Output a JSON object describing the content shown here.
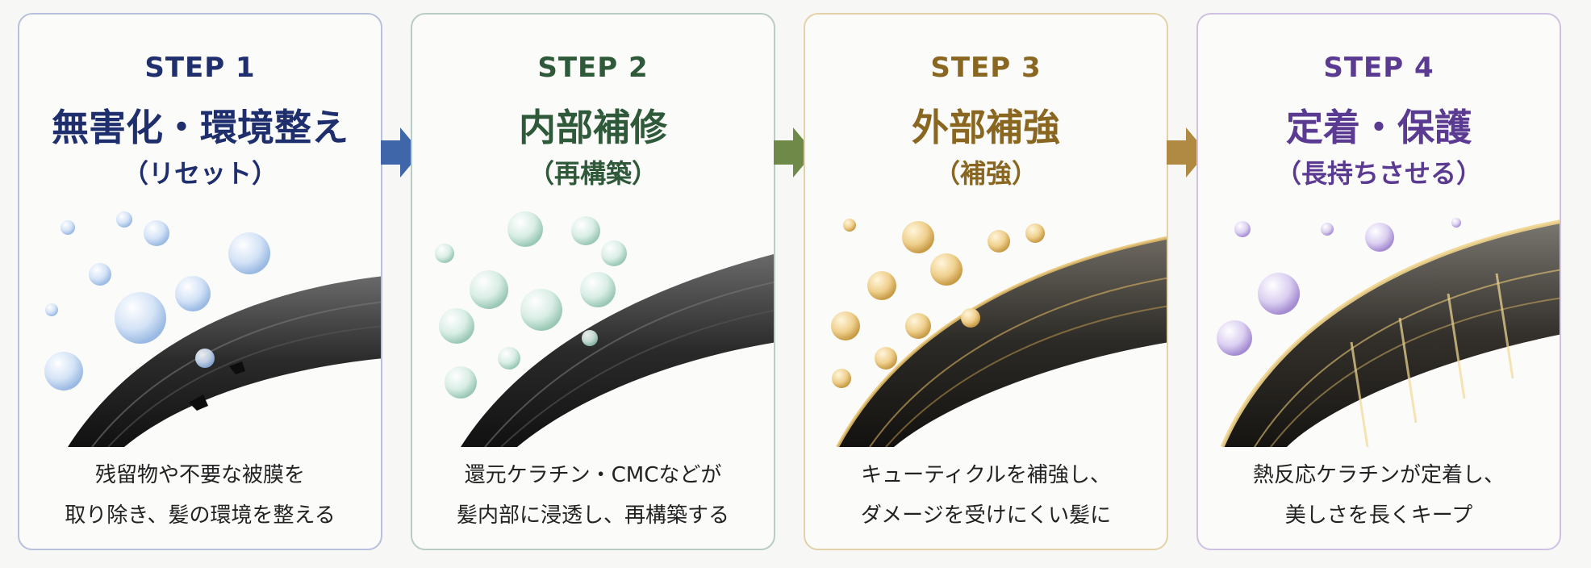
{
  "steps": [
    {
      "step": "STEP 1",
      "title": "無害化・環境整え",
      "subtitle": "（リセット）",
      "desc_line1": "残留物や不要な被膜を",
      "desc_line2": "取り除き、髪の環境を整える",
      "color": "#1f2f6e",
      "bubble_color": "#a9c6ec",
      "illustration": "hair-strand-with-water-bubbles"
    },
    {
      "step": "STEP 2",
      "title": "内部補修",
      "subtitle": "（再構築）",
      "desc_line1": "還元ケラチン・CMCなどが",
      "desc_line2": "髪内部に浸透し、再構築する",
      "color": "#2f5a3a",
      "bubble_color": "#a8d4c4",
      "illustration": "hair-strand-with-green-bubbles"
    },
    {
      "step": "STEP 3",
      "title": "外部補強",
      "subtitle": "（補強）",
      "desc_line1": "キューティクルを補強し、",
      "desc_line2": "ダメージを受けにくい髪に",
      "color": "#8a6720",
      "bubble_color": "#e8c47a",
      "illustration": "hair-strand-with-gold-bubbles"
    },
    {
      "step": "STEP 4",
      "title": "定着・保護",
      "subtitle": "（長持ちさせる）",
      "desc_line1": "熱反応ケラチンが定着し、",
      "desc_line2": "美しさを長くキープ",
      "color": "#5b3a92",
      "bubble_color": "#c4aee6",
      "illustration": "hair-strand-with-purple-bubbles-and-glow"
    }
  ],
  "arrows": [
    {
      "icon": "arrow-right-icon",
      "color": "#3f66a8"
    },
    {
      "icon": "arrow-right-icon",
      "color": "#6f8a48"
    },
    {
      "icon": "arrow-right-icon",
      "color": "#b08a42"
    }
  ]
}
